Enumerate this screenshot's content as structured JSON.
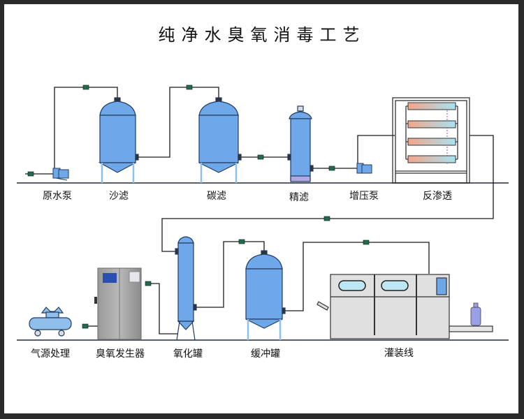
{
  "title": "纯净水臭氧消毒工艺",
  "colors": {
    "tank": "#6fa8e8",
    "tank_stroke": "#1f3b63",
    "pipe": "#1a1a1a",
    "floor": "#55606e",
    "frame": "#2a2a2a",
    "valve": "#1e6e4e"
  },
  "row1": {
    "labels": [
      "原水泵",
      "沙滤",
      "碳滤",
      "精滤",
      "增压泵",
      "反渗透"
    ]
  },
  "row2": {
    "labels": [
      "气源处理",
      "臭氧发生器",
      "氧化罐",
      "缓冲罐",
      "灌装线"
    ]
  },
  "icons": [
    "pump-icon",
    "sand-filter-tank-icon",
    "carbon-filter-tank-icon",
    "precision-filter-icon",
    "booster-pump-icon",
    "reverse-osmosis-rack-icon",
    "air-compressor-icon",
    "ozone-generator-icon",
    "oxidation-tank-icon",
    "buffer-tank-icon",
    "filling-line-icon",
    "water-bottle-icon"
  ]
}
